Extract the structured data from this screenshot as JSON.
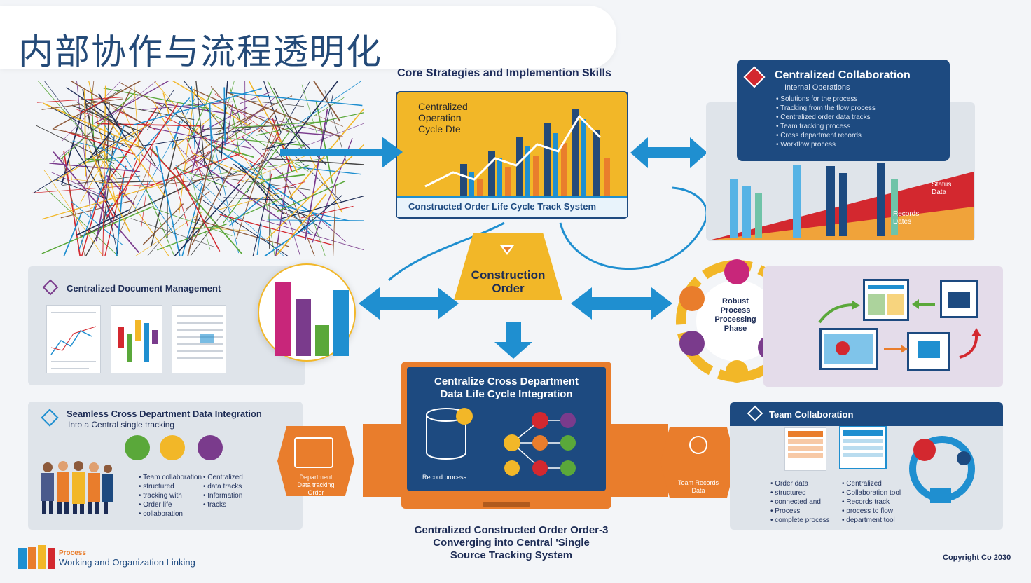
{
  "header": {
    "title": "内部协作与流程透明化"
  },
  "top_center": {
    "subtitle": "Core Strategies and Implemention Skills",
    "card_line1": "Centralized",
    "card_line2": "Operation",
    "card_line3": "Cycle Dte",
    "card_footer": "Constructed Order Life Cycle Track System"
  },
  "top_right": {
    "title": "Centralized Collaboration",
    "subtitle": "Internal Operations",
    "bullets": [
      "Solutions for the process",
      "Tracking from the flow process",
      "Centralized order data tracks",
      "Team tracking process",
      "Cross department records",
      "Workflow process"
    ],
    "chart_label1": "Status",
    "chart_label2": "Data",
    "chart_label3": "Records",
    "chart_label4": "Dates"
  },
  "center": {
    "order_line1": "Construction",
    "order_line2": "Order"
  },
  "left_mid": {
    "title": "Centralized Document Management"
  },
  "process": {
    "line1": "Robust",
    "line2": "Process",
    "line3": "Processing",
    "line4": "Phase"
  },
  "bottom_left": {
    "title": "Seamless Cross Department Data Integration",
    "subtitle": "Into a Central single tracking",
    "col1": [
      "Team collaboration",
      "structured",
      "tracking with",
      "Order life",
      "collaboration"
    ],
    "col2": [
      "Centralized",
      "data tracks",
      "Information",
      "tracks"
    ]
  },
  "hex_left": {
    "line1": "Department",
    "line2": "Data tracking",
    "line3": "Order"
  },
  "monitor": {
    "title_line1": "Centralize Cross Department",
    "title_line2": "Data Life Cycle Integration",
    "caption": "Record process"
  },
  "hex_right": {
    "line1": "Team Records",
    "line2": "Data"
  },
  "team": {
    "title": "Team Collaboration",
    "col1": [
      "Order data",
      "structured",
      "connected and",
      "Process",
      "complete process"
    ],
    "col2": [
      "Centralized",
      "Collaboration tool",
      "Records track",
      "process to flow",
      "department tool"
    ]
  },
  "bottom_caption": {
    "line1": "Centralized Constructed Order Order-3",
    "line2": "Converging into Central 'Single",
    "line3": "Source Tracking System"
  },
  "footer": {
    "logo_line1": "Process",
    "logo_line2": "Working and Organization Linking",
    "copyright": "Copyright Co 2030"
  },
  "colors": {
    "navy": "#1d4a80",
    "yellow": "#f2b728",
    "orange": "#e97d2c",
    "blue": "#1f8fd0",
    "purple": "#7a3b8c",
    "green": "#5aa83a"
  }
}
